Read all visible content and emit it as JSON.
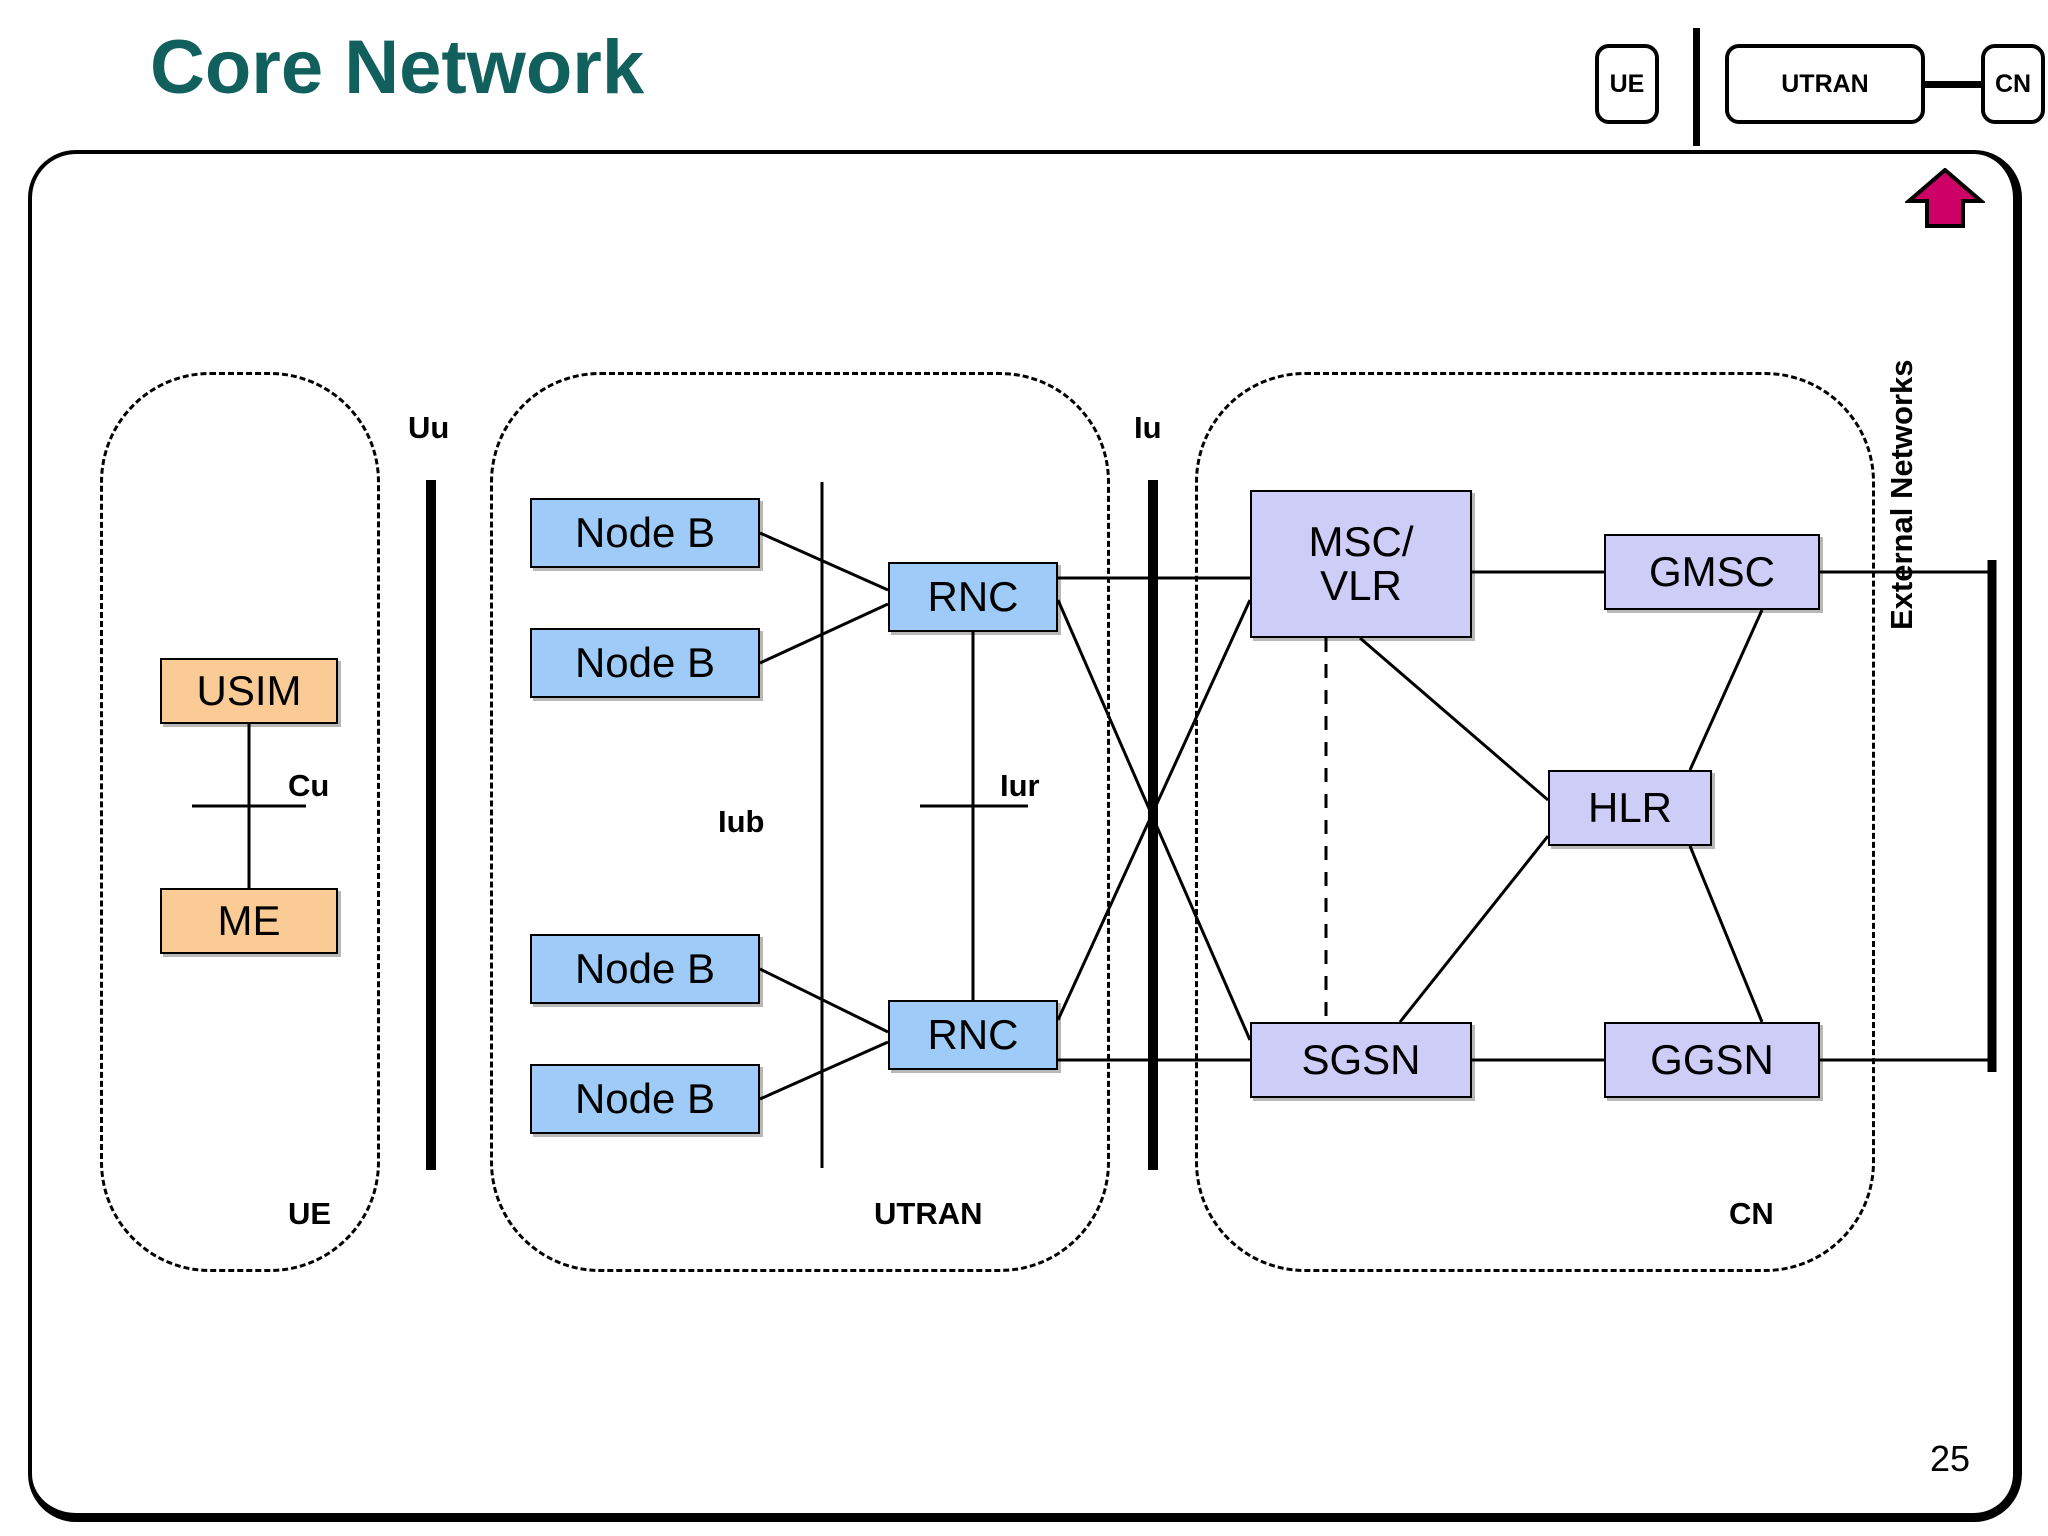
{
  "slide": {
    "title": "Core Network",
    "page_number": "25",
    "title_color": "#11605e",
    "arrow_color": "#cc0066"
  },
  "nav_indicator": {
    "ue": "UE",
    "utran": "UTRAN",
    "cn": "CN"
  },
  "groups": {
    "ue": "UE",
    "utran": "UTRAN",
    "cn": "CN"
  },
  "interfaces": {
    "uu": "Uu",
    "cu": "Cu",
    "iub": "Iub",
    "iur": "Iur",
    "iu": "Iu"
  },
  "side_label": {
    "external_networks": "External Networks"
  },
  "nodes": {
    "usim": "USIM",
    "me": "ME",
    "nodeb_1": "Node B",
    "nodeb_2": "Node B",
    "nodeb_3": "Node B",
    "nodeb_4": "Node B",
    "rnc_1": "RNC",
    "rnc_2": "RNC",
    "msc_line1": "MSC/",
    "msc_line2": "VLR",
    "gmsc": "GMSC",
    "hlr": "HLR",
    "sgsn": "SGSN",
    "ggsn": "GGSN"
  },
  "colors": {
    "ue_fill": "#fbcb96",
    "utran_fill": "#9ecbf7",
    "cn_fill": "#cdcdf7",
    "title": "#11605e",
    "arrow": "#cc0066"
  },
  "chart_data": {
    "type": "diagram",
    "title": "Core Network",
    "domains": [
      {
        "name": "UE",
        "entities": [
          "USIM",
          "ME"
        ],
        "internal_interfaces": [
          "Cu"
        ]
      },
      {
        "name": "UTRAN",
        "entities": [
          "Node B",
          "Node B",
          "Node B",
          "Node B",
          "RNC",
          "RNC"
        ],
        "internal_interfaces": [
          "Iub",
          "Iur"
        ]
      },
      {
        "name": "CN",
        "entities": [
          "MSC/VLR",
          "GMSC",
          "HLR",
          "SGSN",
          "GGSN"
        ],
        "internal_interfaces": []
      }
    ],
    "boundary_interfaces": [
      {
        "name": "Uu",
        "between": [
          "UE",
          "UTRAN"
        ]
      },
      {
        "name": "Iu",
        "between": [
          "UTRAN",
          "CN"
        ]
      }
    ],
    "links": [
      {
        "from": "USIM",
        "to": "ME",
        "interface": "Cu",
        "style": "solid"
      },
      {
        "from": "Node B",
        "to": "RNC",
        "interface": "Iub",
        "style": "solid"
      },
      {
        "from": "RNC",
        "to": "RNC",
        "interface": "Iur",
        "style": "solid"
      },
      {
        "from": "RNC",
        "to": "MSC/VLR",
        "interface": "Iu",
        "style": "solid"
      },
      {
        "from": "RNC",
        "to": "SGSN",
        "interface": "Iu",
        "style": "solid"
      },
      {
        "from": "MSC/VLR",
        "to": "GMSC",
        "style": "solid"
      },
      {
        "from": "MSC/VLR",
        "to": "HLR",
        "style": "solid"
      },
      {
        "from": "MSC/VLR",
        "to": "SGSN",
        "style": "dashed"
      },
      {
        "from": "HLR",
        "to": "GMSC",
        "style": "solid"
      },
      {
        "from": "HLR",
        "to": "SGSN",
        "style": "solid"
      },
      {
        "from": "HLR",
        "to": "GGSN",
        "style": "solid"
      },
      {
        "from": "SGSN",
        "to": "GGSN",
        "style": "solid"
      },
      {
        "from": "GMSC",
        "to": "External Networks",
        "style": "solid"
      },
      {
        "from": "GGSN",
        "to": "External Networks",
        "style": "solid"
      }
    ]
  }
}
